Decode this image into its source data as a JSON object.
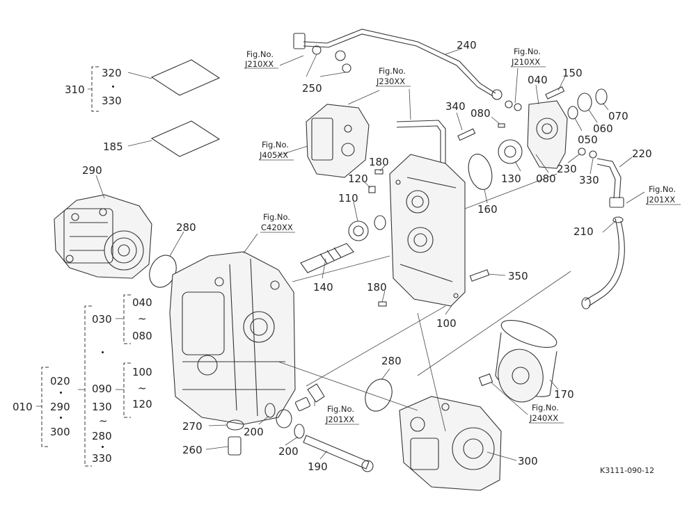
{
  "drawing_code": "K3111-090-12",
  "callouts": {
    "c310": "310",
    "c320": "320",
    "c330a": "330",
    "c185": "185",
    "c290": "290",
    "c280a": "280",
    "c040": "040",
    "c080a": "080",
    "c030": "030",
    "c020": "020",
    "c090": "090",
    "c100": "100",
    "c120a": "120",
    "c010": "010",
    "c290b": "290",
    "c300a": "300",
    "c130a": "130",
    "c280b": "280",
    "c330b": "330",
    "c250": "250",
    "c240": "240",
    "c340": "340",
    "c080b": "080",
    "c040b": "040",
    "c150": "150",
    "c070": "070",
    "c060": "060",
    "c050": "050",
    "c230": "230",
    "c330c": "330",
    "c220": "220",
    "c180a": "180",
    "c120b": "120",
    "c110": "110",
    "c130b": "130",
    "c080c": "080",
    "c160": "160",
    "c210": "210",
    "c140": "140",
    "c350": "350",
    "c180b": "180",
    "c100b": "100",
    "c280c": "280",
    "c170": "170",
    "c270": "270",
    "c200a": "200",
    "c200b": "200",
    "c260": "260",
    "c190": "190",
    "c300b": "300"
  },
  "fig_refs": {
    "f1_a": "Fig.No.",
    "f1_b": "J210XX",
    "f2_a": "Fig.No.",
    "f2_b": "J230XX",
    "f3_a": "Fig.No.",
    "f3_b": "J210XX",
    "f4_a": "Fig.No.",
    "f4_b": "J405XX",
    "f5_a": "Fig.No.",
    "f5_b": "J201XX",
    "f6_a": "Fig.No.",
    "f6_b": "C420XX",
    "f7_a": "Fig.No.",
    "f7_b": "J201XX",
    "f8_a": "Fig.No.",
    "f8_b": "J240XX"
  },
  "bracket_marks": {
    "dot1": "・",
    "tilde1": "~",
    "dot2": "・",
    "dot3": "・",
    "dot4": "・",
    "tilde2": "~",
    "tilde3": "~",
    "dot5": "・"
  }
}
